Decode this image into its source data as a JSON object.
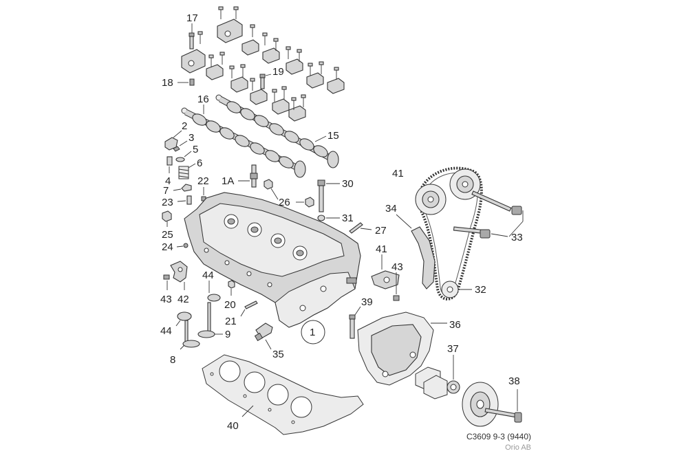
{
  "diagram": {
    "labels": {
      "p1A": "1A",
      "p1": "1",
      "p2": "2",
      "p3": "3",
      "p4": "4",
      "p5": "5",
      "p6": "6",
      "p7": "7",
      "p8": "8",
      "p9": "9",
      "p15": "15",
      "p16": "16",
      "p17": "17",
      "p18": "18",
      "p19": "19",
      "p20": "20",
      "p21": "21",
      "p22": "22",
      "p23": "23",
      "p24": "24",
      "p25": "25",
      "p26": "26",
      "p27": "27",
      "p30": "30",
      "p31": "31",
      "p32": "32",
      "p33": "33",
      "p34": "34",
      "p35": "35",
      "p36": "36",
      "p37": "37",
      "p38": "38",
      "p39": "39",
      "p40": "40",
      "p41a": "41",
      "p41b": "41",
      "p42": "42",
      "p43a": "43",
      "p43b": "43",
      "p44a": "44",
      "p44b": "44"
    },
    "footer": {
      "code": "C3609 9-3 (9440)",
      "brand": "Orio AB"
    }
  }
}
